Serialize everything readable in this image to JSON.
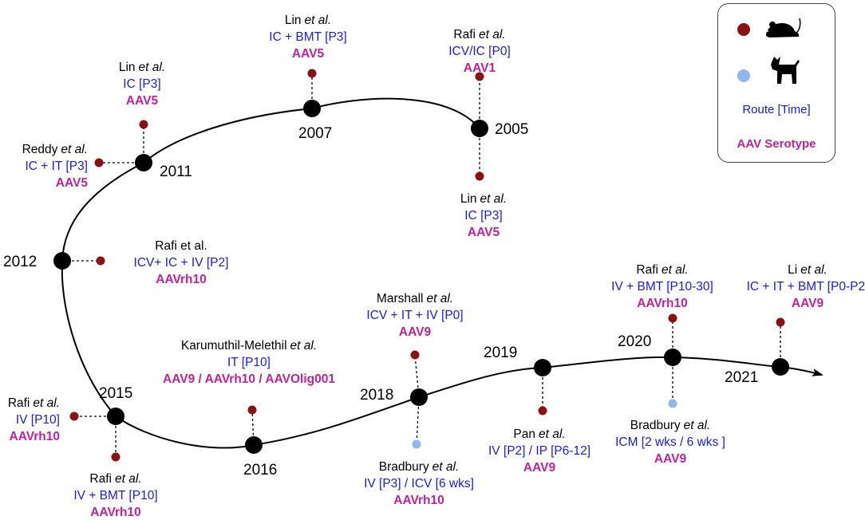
{
  "colors": {
    "mouse_dot": "#8b1212",
    "dog_dot": "#8fb8ea",
    "route_text": "#1a1ae6",
    "serotype_text": "#c2219c",
    "year_node": "#000000"
  },
  "years": [
    {
      "id": "y2005",
      "label": "2005"
    },
    {
      "id": "y2007",
      "label": "2007"
    },
    {
      "id": "y2011",
      "label": "2011"
    },
    {
      "id": "y2012",
      "label": "2012"
    },
    {
      "id": "y2015",
      "label": "2015"
    },
    {
      "id": "y2016",
      "label": "2016"
    },
    {
      "id": "y2018",
      "label": "2018"
    },
    {
      "id": "y2019",
      "label": "2019"
    },
    {
      "id": "y2020",
      "label": "2020"
    },
    {
      "id": "y2021",
      "label": "2021"
    }
  ],
  "studies": [
    {
      "id": "lin2007",
      "year": "2007",
      "species": "mouse",
      "author": "Lin",
      "suffix": "et al.",
      "route": "IC + BMT [P3]",
      "serotype": "AAV5"
    },
    {
      "id": "rafi2005",
      "year": "2005",
      "species": "mouse",
      "author": "Rafi",
      "suffix": "et al.",
      "route": "ICV/IC [P0]",
      "serotype": "AAV1"
    },
    {
      "id": "lin2005",
      "year": "2005",
      "species": "mouse",
      "author": "Lin",
      "suffix": "et al.",
      "route": "IC [P3]",
      "serotype": "AAV5"
    },
    {
      "id": "lin2011",
      "year": "2011",
      "species": "mouse",
      "author": "Lin",
      "suffix": "et al.",
      "route": "IC [P3]",
      "serotype": "AAV5"
    },
    {
      "id": "reddy2011",
      "year": "2011",
      "species": "mouse",
      "author": "Reddy",
      "suffix": "et al.",
      "route": "IC + IT [P3]",
      "serotype": "AAV5"
    },
    {
      "id": "rafi2012",
      "year": "2012",
      "species": "mouse",
      "author": "Rafi et al.",
      "suffix": "",
      "route": "ICV+ IC + IV [P2]",
      "serotype": "AAVrh10"
    },
    {
      "id": "rafi2015a",
      "year": "2015",
      "species": "mouse",
      "author": "Rafi",
      "suffix": "et al.",
      "route": "IV [P10]",
      "serotype": "AAVrh10"
    },
    {
      "id": "rafi2015b",
      "year": "2015",
      "species": "mouse",
      "author": "Rafi",
      "suffix": "et al.",
      "route": "IV + BMT [P10]",
      "serotype": "AAVrh10"
    },
    {
      "id": "karu2016",
      "year": "2016",
      "species": "mouse",
      "author": "Karumuthil-Melethil",
      "suffix": "et al.",
      "route": "IT [P10]",
      "serotype": "AAV9 / AAVrh10 / AAVOlig001"
    },
    {
      "id": "marshall2018",
      "year": "2018",
      "species": "mouse",
      "author": "Marshall",
      "suffix": "et al.",
      "route": "ICV + IT + IV [P0]",
      "serotype": "AAV9"
    },
    {
      "id": "bradbury2018",
      "year": "2018",
      "species": "dog",
      "author": "Bradbury",
      "suffix": "et al.",
      "route": "IV [P3] / ICV [6 wks]",
      "serotype": "AAVrh10"
    },
    {
      "id": "pan2019",
      "year": "2019",
      "species": "mouse",
      "author": "Pan",
      "suffix": "et al.",
      "route": "IV [P2] / IP [P6-12]",
      "serotype": "AAV9"
    },
    {
      "id": "rafi2020",
      "year": "2020",
      "species": "mouse",
      "author": "Rafi",
      "suffix": "et al.",
      "route": "IV + BMT [P10-30]",
      "serotype": "AAVrh10"
    },
    {
      "id": "bradbury2020",
      "year": "2020",
      "species": "dog",
      "author": "Bradbury",
      "suffix": "et al.",
      "route": "ICM [2 wks / 6 wks ]",
      "serotype": "AAV9"
    },
    {
      "id": "li2021",
      "year": "2021",
      "species": "mouse",
      "author": "Li",
      "suffix": "et al.",
      "route": "IC + IT + BMT [P0-P2]",
      "serotype": "AAV9"
    }
  ],
  "legend": {
    "mouse_icon": "mouse-icon",
    "dog_icon": "dog-icon",
    "route_label": "Route [Time]",
    "serotype_label": "AAV Serotype"
  }
}
